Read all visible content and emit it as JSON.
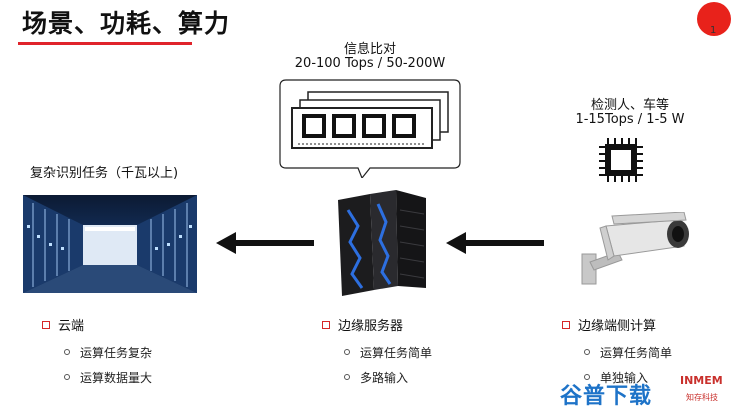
{
  "title": "场景、功耗、算力",
  "page_number": "1",
  "cloud": {
    "caption": "复杂识别任务（千瓦以上)",
    "heading": "云端",
    "points": [
      "运算任务复杂",
      "运算数据量大"
    ]
  },
  "edge_server": {
    "info_line1": "信息比对",
    "info_line2": "20-100 Tops / 50-200W",
    "heading": "边缘服务器",
    "points": [
      "运算任务简单",
      "多路输入"
    ]
  },
  "edge_device": {
    "info_line1": "检测人、车等",
    "info_line2": "1-15Tops / 1-5 W",
    "heading": "边缘端侧计算",
    "points": [
      "运算任务简单",
      "单独输入"
    ]
  },
  "watermark": {
    "main": "谷普下载",
    "logo": "INMEM",
    "logo_sub": "知存科技"
  },
  "colors": {
    "accent_red": "#e0232b",
    "watermark_blue": "#1e73c8",
    "server_blue": "#2d6fe0"
  }
}
